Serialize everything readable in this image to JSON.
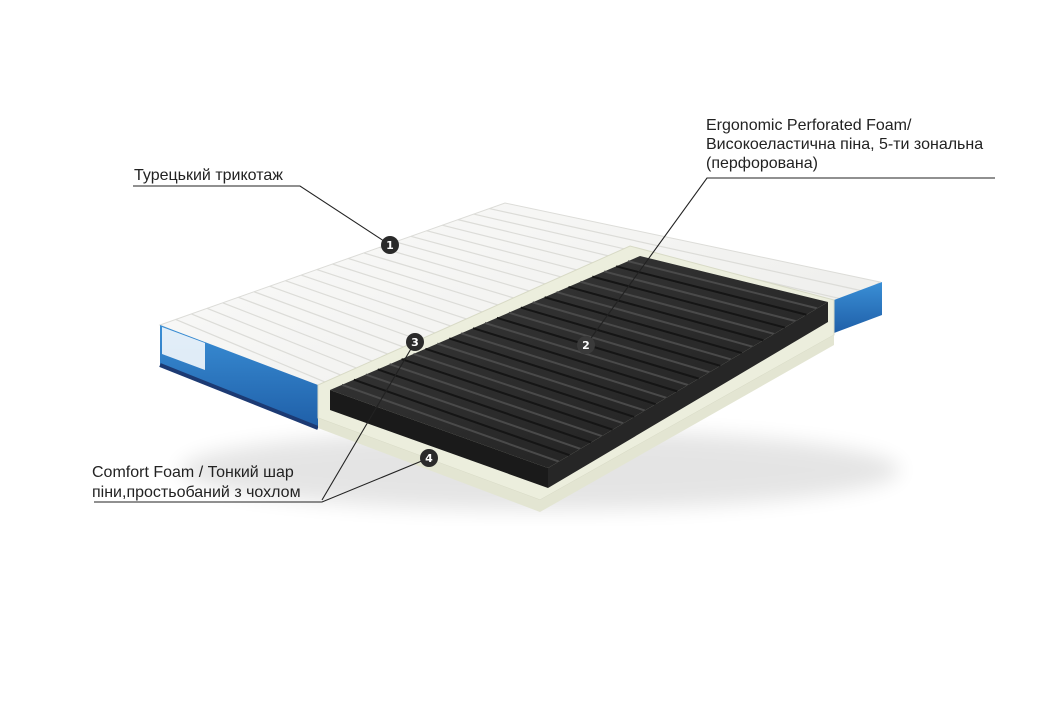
{
  "labels": {
    "layer1": "Турецький трикотаж",
    "layer2_line1": "Ergonomic Perforated Foam/",
    "layer2_line2": "Високоеластична піна, 5-ти зональна",
    "layer2_line3": "(перфорована)",
    "layer4_line1": "Comfort Foam / Тонкий шар",
    "layer4_line2": "піни,простьобаний з чохлом"
  },
  "markers": [
    "1",
    "2",
    "3",
    "4"
  ],
  "colors": {
    "cover": "#f7f7f5",
    "quilt_line": "#d9d9d6",
    "foam_dark": "#2b2b2b",
    "foam_rib": "#414141",
    "comfort_foam": "#eceedd",
    "side_panel": "#2f7fc4",
    "side_panel_dark": "#1c3a73",
    "marker": "#2a2a2a",
    "leader_line": "#222222"
  }
}
